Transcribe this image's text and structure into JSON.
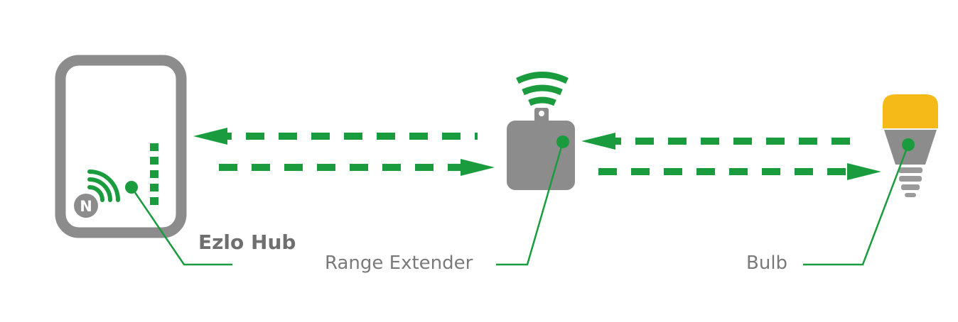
{
  "diagram": {
    "labels": {
      "hub": "Ezlo Hub",
      "extender": "Range Extender",
      "bulb": "Bulb"
    },
    "icons": {
      "hub_badge": "N"
    },
    "colors": {
      "link_green": "#1a9c3e",
      "device_gray": "#8c8c8c",
      "bulb_yellow": "#f5b918",
      "label_gray": "#7a7a7a"
    }
  }
}
